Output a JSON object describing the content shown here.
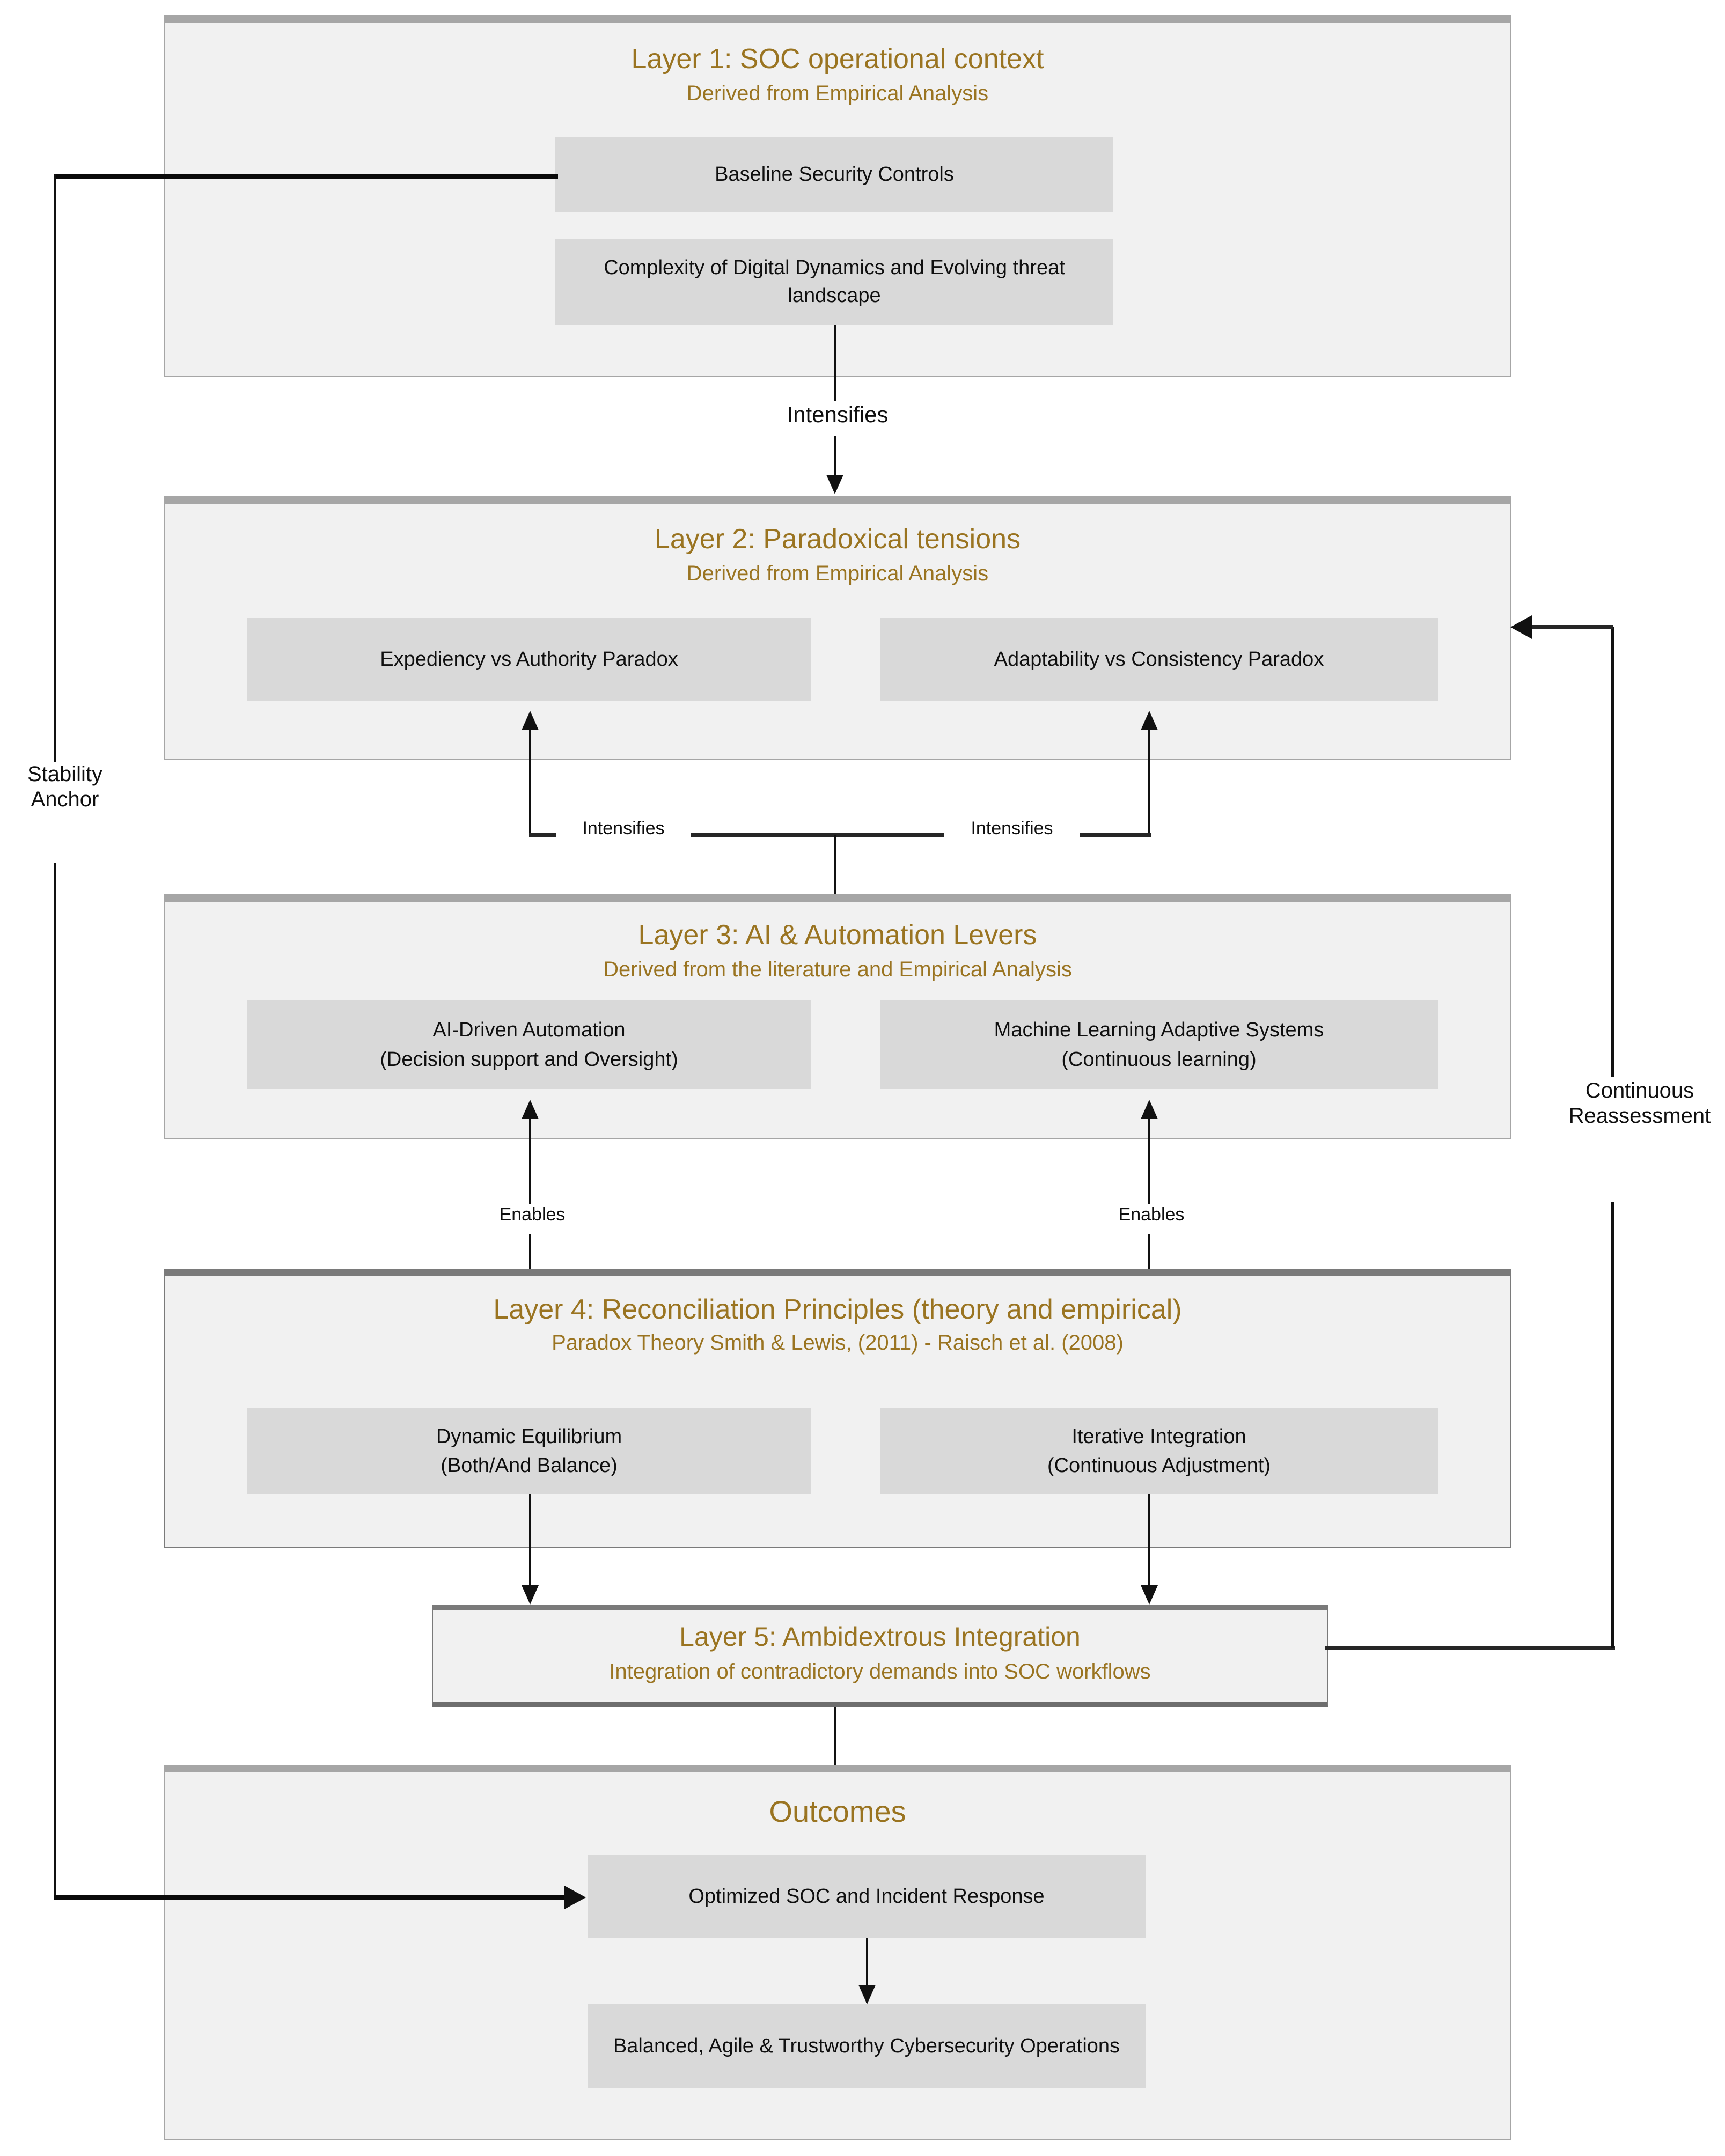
{
  "diagram": {
    "title": "Multi-layer SOC paradox reconciliation framework",
    "colors": {
      "panel_fill": "#f1f1f1",
      "panel_border": "#a6a6a6",
      "node_fill": "#d9d9d9",
      "heading_text": "#9a7421",
      "body_text": "#0f0f0f",
      "connector": "#111111"
    }
  },
  "layers": [
    {
      "id": "layer1",
      "title": "Layer 1: SOC operational context",
      "subtitle": "Derived from Empirical Analysis",
      "nodes": [
        {
          "id": "baseline-security-controls",
          "label": "Baseline Security Controls"
        },
        {
          "id": "complexity-digital-dynamics",
          "label": "Complexity of Digital Dynamics and Evolving threat landscape"
        }
      ]
    },
    {
      "id": "layer2",
      "title": "Layer 2: Paradoxical tensions",
      "subtitle": "Derived from Empirical Analysis",
      "nodes": [
        {
          "id": "expediency-vs-authority",
          "label": "Expediency vs Authority Paradox"
        },
        {
          "id": "adaptability-vs-consistency",
          "label": "Adaptability vs Consistency Paradox"
        }
      ]
    },
    {
      "id": "layer3",
      "title": "Layer 3: AI & Automation Levers",
      "subtitle": "Derived from the literature and Empirical Analysis",
      "nodes": [
        {
          "id": "ai-driven-automation",
          "label": "AI-Driven Automation",
          "sublabel": "(Decision support and Oversight)"
        },
        {
          "id": "machine-learning-adaptive-systems",
          "label": "Machine Learning Adaptive Systems",
          "sublabel": "(Continuous learning)"
        }
      ]
    },
    {
      "id": "layer4",
      "title": "Layer 4: Reconciliation Principles (theory and empirical)",
      "subtitle": "Paradox Theory Smith & Lewis, (2011) - Raisch et al. (2008)",
      "nodes": [
        {
          "id": "dynamic-equilibrium",
          "label": "Dynamic Equilibrium",
          "sublabel": "(Both/And Balance)"
        },
        {
          "id": "iterative-integration",
          "label": "Iterative Integration",
          "sublabel": "(Continuous Adjustment)"
        }
      ]
    },
    {
      "id": "layer5",
      "title": "Layer 5: Ambidextrous Integration",
      "subtitle": "Integration of contradictory demands into SOC workflows",
      "nodes": []
    },
    {
      "id": "outcomes",
      "title": "Outcomes",
      "subtitle": "",
      "nodes": [
        {
          "id": "optimized-soc-incident-response",
          "label": "Optimized SOC and Incident Response"
        },
        {
          "id": "balanced-agile-trustworthy",
          "label": "Balanced, Agile & Trustworthy Cybersecurity Operations"
        }
      ]
    }
  ],
  "edge_labels": {
    "intensifies_l1_l2": "Intensifies",
    "intensifies_l3_left": "Intensifies",
    "intensifies_l3_right": "Intensifies",
    "enables_left": "Enables",
    "enables_right": "Enables",
    "stability_anchor": "Stability\nAnchor",
    "stability_anchor_line1": "Stability",
    "stability_anchor_line2": "Anchor",
    "continuous_reassessment_line1": "Continuous",
    "continuous_reassessment_line2": "Reassessment"
  }
}
